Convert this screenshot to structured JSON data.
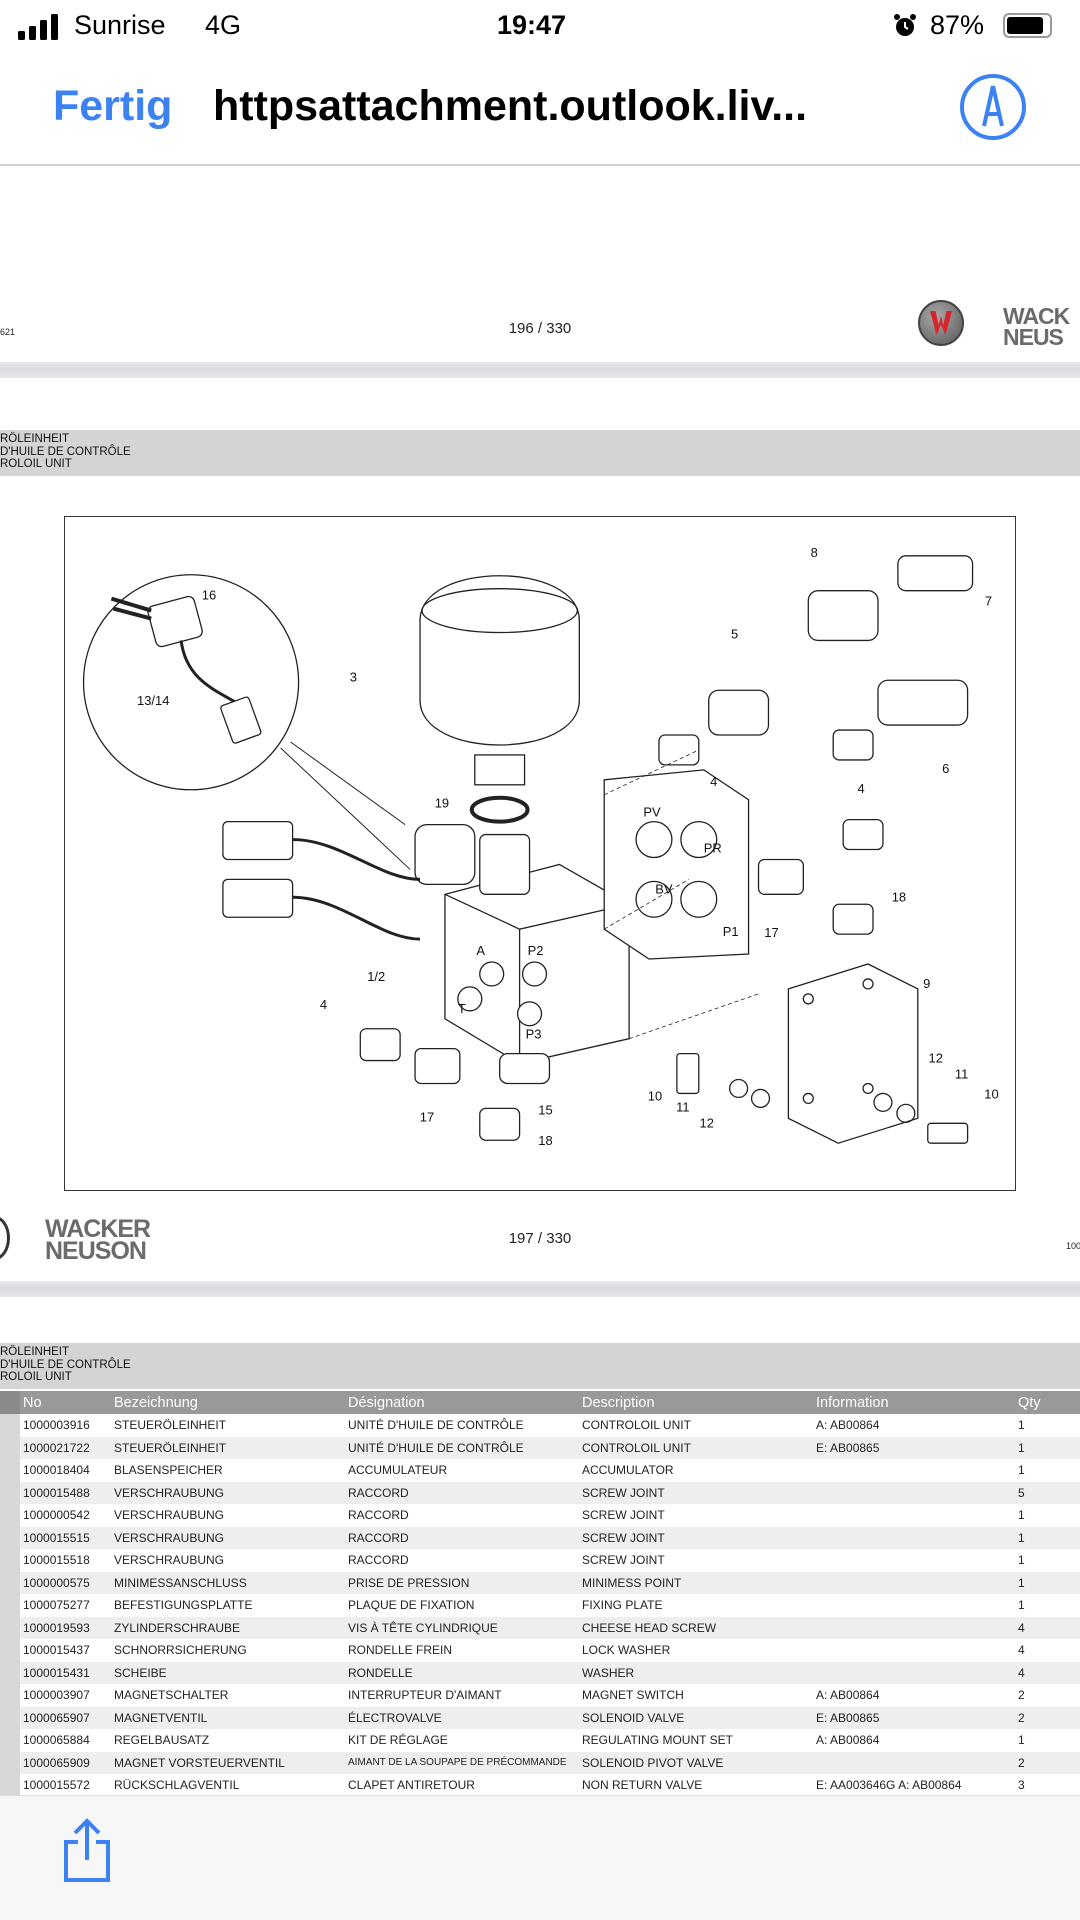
{
  "status_bar": {
    "carrier": "Sunrise",
    "network": "4G",
    "time": "19:47",
    "battery": "87%"
  },
  "nav": {
    "done_label": "Fertig",
    "title": "httpsattachment.outlook.liv..."
  },
  "page196": {
    "page_number": "196 / 330",
    "left_code": "621",
    "brand_line1": "WACK",
    "brand_line2": "NEUS"
  },
  "page197": {
    "group_header": [
      "RÖLEINHEIT",
      "D'HUILE DE CONTRÔLE",
      "ROLOIL UNIT"
    ],
    "page_number": "197 / 330",
    "brand_line1": "WACKER",
    "brand_line2": "NEUSON",
    "right_code": "100",
    "diagram_labels": [
      "16",
      "13/14",
      "3",
      "8",
      "7",
      "5",
      "4",
      "6",
      "19",
      "4",
      "PV",
      "PR",
      "BV",
      "P1",
      "18",
      "17",
      "9",
      "1/2",
      "A",
      "P2",
      "T",
      "P3",
      "4",
      "12",
      "11",
      "10",
      "10",
      "11",
      "12",
      "15",
      "17",
      "18"
    ]
  },
  "page198": {
    "group_header": [
      "RÖLEINHEIT",
      "D'HUILE DE CONTRÔLE",
      "ROLOIL UNIT"
    ],
    "columns": [
      "No",
      "Bezeichnung",
      "Désignation",
      "Description",
      "Information",
      "Qty"
    ],
    "rows": [
      [
        "1000003916",
        "STEUERÖLEINHEIT",
        "UNITÉ D'HUILE DE CONTRÔLE",
        "CONTROLOIL UNIT",
        "A: AB00864",
        "1"
      ],
      [
        "1000021722",
        "STEUERÖLEINHEIT",
        "UNITÉ D'HUILE DE CONTRÔLE",
        "CONTROLOIL UNIT",
        "E: AB00865",
        "1"
      ],
      [
        "1000018404",
        "BLASENSPEICHER",
        "ACCUMULATEUR",
        "ACCUMULATOR",
        "",
        "1"
      ],
      [
        "1000015488",
        "VERSCHRAUBUNG",
        "RACCORD",
        "SCREW JOINT",
        "",
        "5"
      ],
      [
        "1000000542",
        "VERSCHRAUBUNG",
        "RACCORD",
        "SCREW JOINT",
        "",
        "1"
      ],
      [
        "1000015515",
        "VERSCHRAUBUNG",
        "RACCORD",
        "SCREW JOINT",
        "",
        "1"
      ],
      [
        "1000015518",
        "VERSCHRAUBUNG",
        "RACCORD",
        "SCREW JOINT",
        "",
        "1"
      ],
      [
        "1000000575",
        "MINIMESSANSCHLUSS",
        "PRISE DE PRESSION",
        "MINIMESS POINT",
        "",
        "1"
      ],
      [
        "1000075277",
        "BEFESTIGUNGSPLATTE",
        "PLAQUE DE FIXATION",
        "FIXING PLATE",
        "",
        "1"
      ],
      [
        "1000019593",
        "ZYLINDERSCHRAUBE",
        "VIS À TÊTE CYLINDRIQUE",
        "CHEESE HEAD SCREW",
        "",
        "4"
      ],
      [
        "1000015437",
        "SCHNORRSICHERUNG",
        "RONDELLE FREIN",
        "LOCK WASHER",
        "",
        "4"
      ],
      [
        "1000015431",
        "SCHEIBE",
        "RONDELLE",
        "WASHER",
        "",
        "4"
      ],
      [
        "1000003907",
        "MAGNETSCHALTER",
        "INTERRUPTEUR D'AIMANT",
        "MAGNET SWITCH",
        "A: AB00864",
        "2"
      ],
      [
        "1000065907",
        "MAGNETVENTIL",
        "ÉLECTROVALVE",
        "SOLENOID VALVE",
        "E: AB00865",
        "2"
      ],
      [
        "1000065884",
        "REGELBAUSATZ",
        "KIT DE RÉGLAGE",
        "REGULATING MOUNT  SET",
        "A: AB00864",
        "1"
      ],
      [
        "1000065909",
        "MAGNET VORSTEUERVENTIL",
        "AIMANT DE LA SOUPAPE DE PRÉCOMMANDE",
        "SOLENOID PIVOT VALVE",
        "",
        "2"
      ],
      [
        "1000015572",
        "RÜCKSCHLAGVENTIL",
        "CLAPET ANTIRETOUR",
        "NON RETURN VALVE",
        "E: AA003646G  A: AB00864",
        "3"
      ]
    ]
  },
  "icons": {
    "signal": "signal-bars-icon",
    "alarm": "alarm-icon",
    "battery": "battery-icon",
    "markup": "markup-pen-icon",
    "share": "share-icon"
  },
  "colors": {
    "accent": "#3d82f3",
    "table_header": "#999999",
    "brand_red": "#d8232a"
  }
}
